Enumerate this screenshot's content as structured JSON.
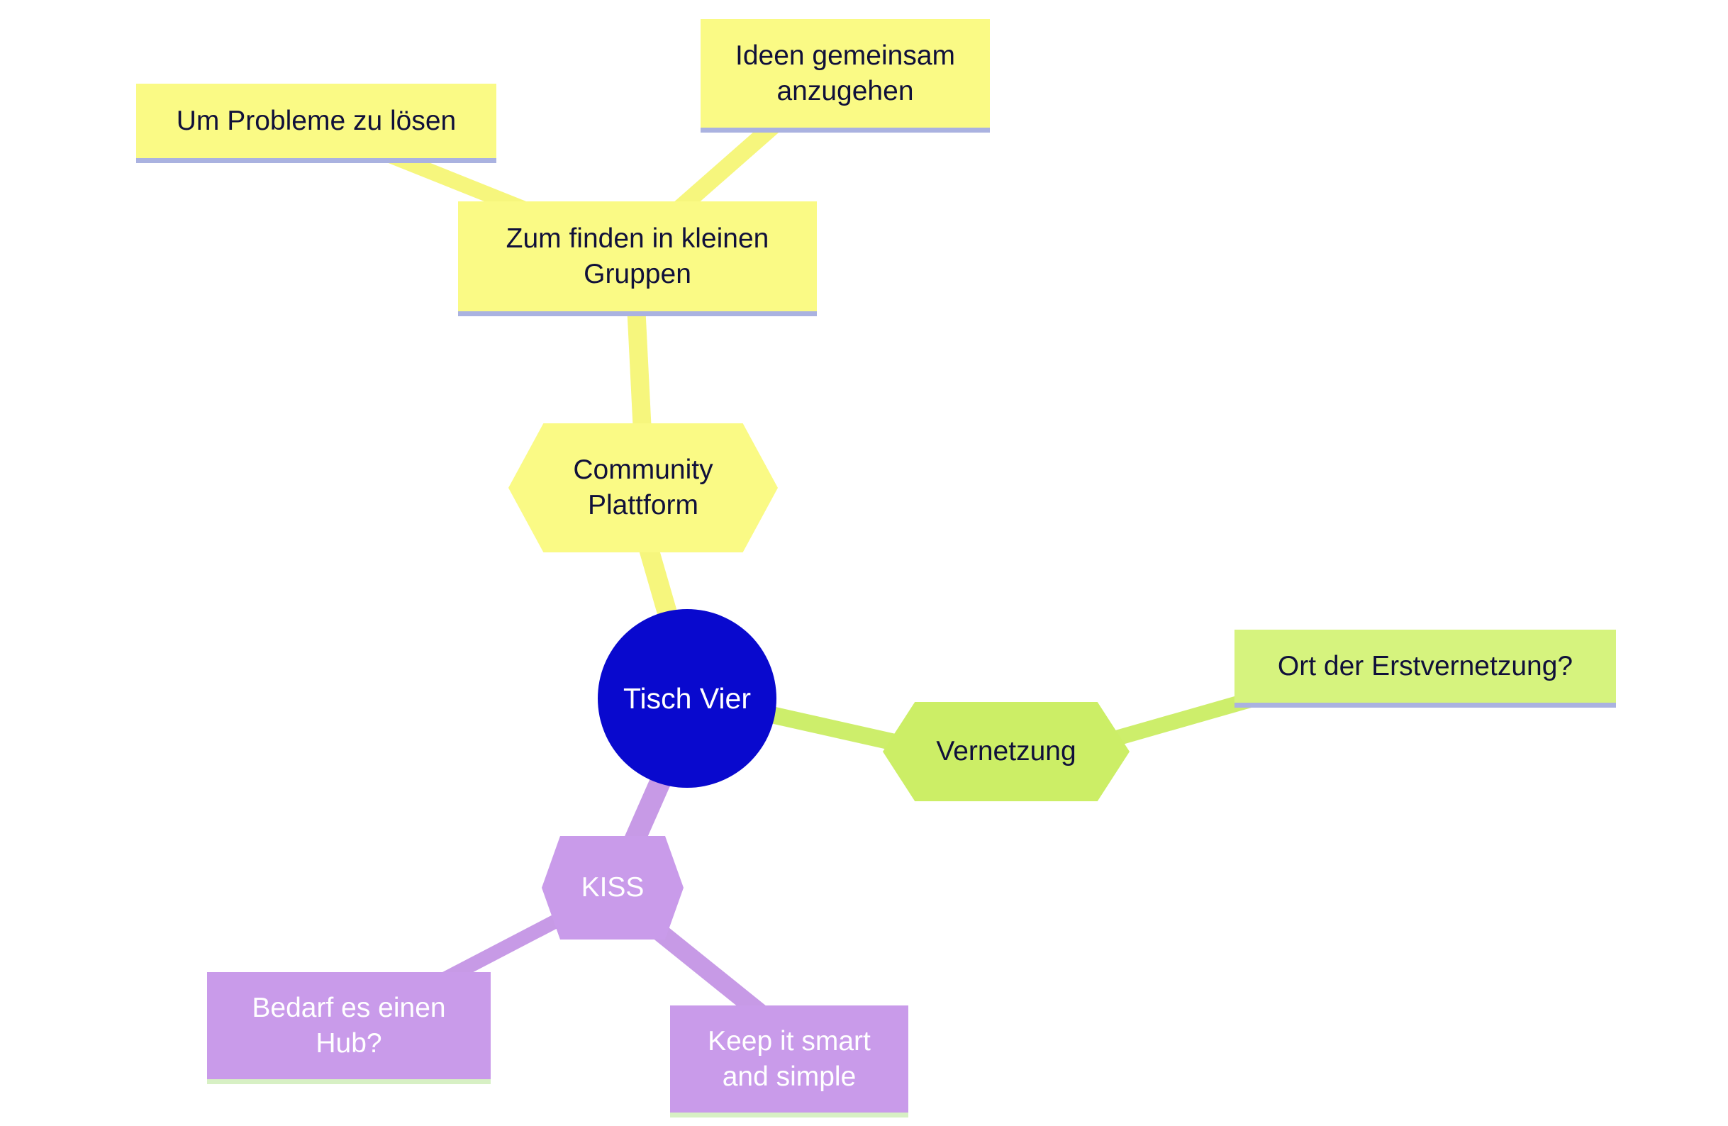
{
  "diagram": {
    "type": "mindmap",
    "center_node": "tisch_vier",
    "nodes": {
      "tisch_vier": {
        "label": "Tisch Vier",
        "shape": "circle",
        "color": "#0909CE",
        "text_color": "#FFFFFF"
      },
      "community_plattform": {
        "label": "Community Plattform",
        "shape": "hexagon",
        "color": "#FAFA85",
        "text_color": "#10103A"
      },
      "zum_finden": {
        "label": "Zum finden in kleinen Gruppen",
        "shape": "rectangle",
        "color": "#FAFA85",
        "text_color": "#10103A"
      },
      "um_probleme": {
        "label": "Um Probleme zu lösen",
        "shape": "rectangle",
        "color": "#FAFA85",
        "text_color": "#10103A"
      },
      "ideen_gemeinsam": {
        "label": "Ideen gemeinsam anzugehen",
        "shape": "rectangle",
        "color": "#FAFA85",
        "text_color": "#10103A"
      },
      "vernetzung": {
        "label": "Vernetzung",
        "shape": "hexagon",
        "color": "#CCEE66",
        "text_color": "#10103A"
      },
      "ort_erstvernetzung": {
        "label": "Ort der Erstvernetzung?",
        "shape": "rectangle",
        "color": "#D6F37E",
        "text_color": "#10103A"
      },
      "kiss": {
        "label": "KISS",
        "shape": "hexagon",
        "color": "#C99BEA",
        "text_color": "#FFFFFF"
      },
      "bedarf_hub": {
        "label": "Bedarf es einen Hub?",
        "shape": "rectangle",
        "color": "#C99BEA",
        "text_color": "#FFFFFF"
      },
      "keep_it_smart": {
        "label": "Keep it smart and simple",
        "shape": "rectangle",
        "color": "#C99BEA",
        "text_color": "#FFFFFF"
      }
    },
    "edges": [
      {
        "from": "zum_finden",
        "to": "um_probleme",
        "color": "#f6f67d"
      },
      {
        "from": "zum_finden",
        "to": "ideen_gemeinsam",
        "color": "#f6f67d"
      },
      {
        "from": "zum_finden",
        "to": "community_plattform",
        "color": "#f6f67d"
      },
      {
        "from": "community_plattform",
        "to": "tisch_vier",
        "color": "#f6f67d"
      },
      {
        "from": "tisch_vier",
        "to": "vernetzung",
        "color": "#cdee6b"
      },
      {
        "from": "vernetzung",
        "to": "ort_erstvernetzung",
        "color": "#cdee6b"
      },
      {
        "from": "tisch_vier",
        "to": "kiss",
        "color": "#c79ae6"
      },
      {
        "from": "kiss",
        "to": "bedarf_hub",
        "color": "#c79ae6"
      },
      {
        "from": "kiss",
        "to": "keep_it_smart",
        "color": "#c79ae6"
      }
    ],
    "palette": {
      "yellow": "#FAFA85",
      "green_hex": "#CCEE66",
      "green_box": "#D6F37E",
      "purple": "#C99BEA",
      "blue": "#0909CE",
      "underline_lavender": "#AAB2E0",
      "underline_green": "#D7F0C4",
      "background": "#FFFFFF"
    }
  }
}
